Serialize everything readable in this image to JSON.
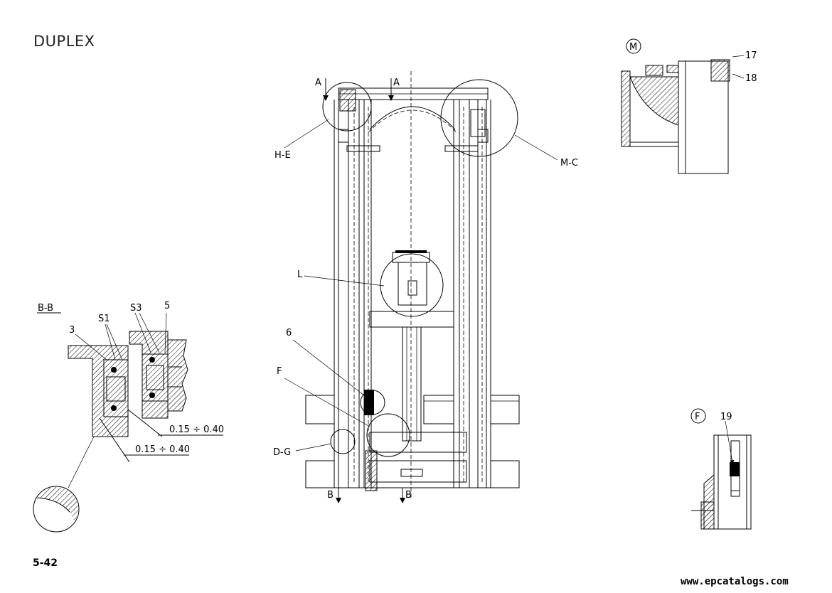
{
  "page": {
    "title": "DUPLEX",
    "page_number": "5-42",
    "watermark_url": "www.epcatalogs.com"
  },
  "main_view": {
    "labels": {
      "section_a_left": "A",
      "section_a_right": "A",
      "detail_he": "H-E",
      "detail_mc": "M-C",
      "detail_l": "L",
      "item_6": "6",
      "detail_f": "F",
      "detail_dg": "D-G",
      "section_b_left": "B",
      "section_b_right": "B"
    }
  },
  "section_bb": {
    "title": "B-B",
    "labels": {
      "s1": "S1",
      "s3": "S3",
      "item_5": "5",
      "item_3": "3"
    },
    "clearances": [
      "0.15 ÷ 0.40",
      "0.15 ÷ 0.40"
    ]
  },
  "detail_m": {
    "label": "M",
    "items": [
      "17",
      "18"
    ]
  },
  "detail_f": {
    "label": "F",
    "items": [
      "19"
    ]
  }
}
